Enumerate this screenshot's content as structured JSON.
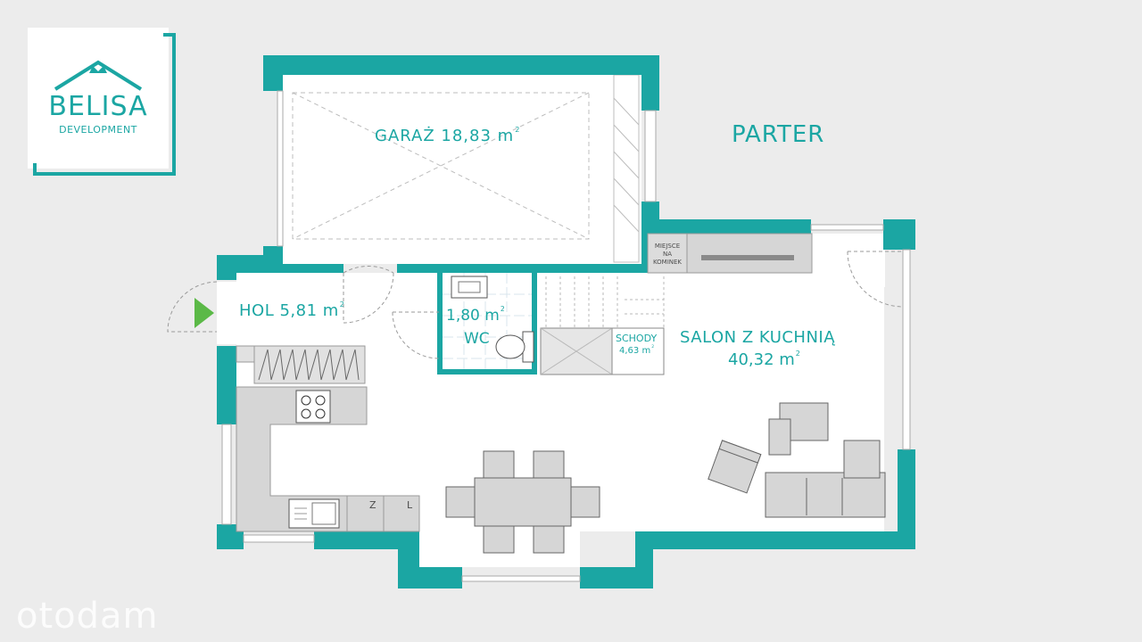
{
  "brand": {
    "name": "BELISA",
    "tagline": "DEVELOPMENT",
    "accent_color": "#1ba6a3",
    "icon": "house-crown-icon"
  },
  "floor": {
    "title": "PARTER"
  },
  "rooms": {
    "garage": {
      "name": "GARAŻ 18,83 m",
      "sup": "2"
    },
    "hall": {
      "name": "HOL 5,81 m",
      "sup": "2"
    },
    "wc": {
      "area": "1,80 m",
      "sup": "2",
      "name": "WC"
    },
    "stairs": {
      "name": "SCHODY",
      "area": "4,63 m",
      "sup": "2"
    },
    "living": {
      "name": "SALON Z KUCHNIĄ",
      "area": "40,32 m",
      "sup": "2"
    }
  },
  "fixtures": {
    "fireplace": {
      "line1": "MIEJSCE",
      "line2": "NA",
      "line3": "KOMINEK"
    },
    "fridge_mark": "Z",
    "dishwasher_mark": "L"
  },
  "watermark": {
    "text": "otodam"
  },
  "colors": {
    "wall": "#1ba6a3",
    "floor": "#ffffff",
    "furniture": "#d6d6d6",
    "entrance_arrow": "#5bb947"
  }
}
